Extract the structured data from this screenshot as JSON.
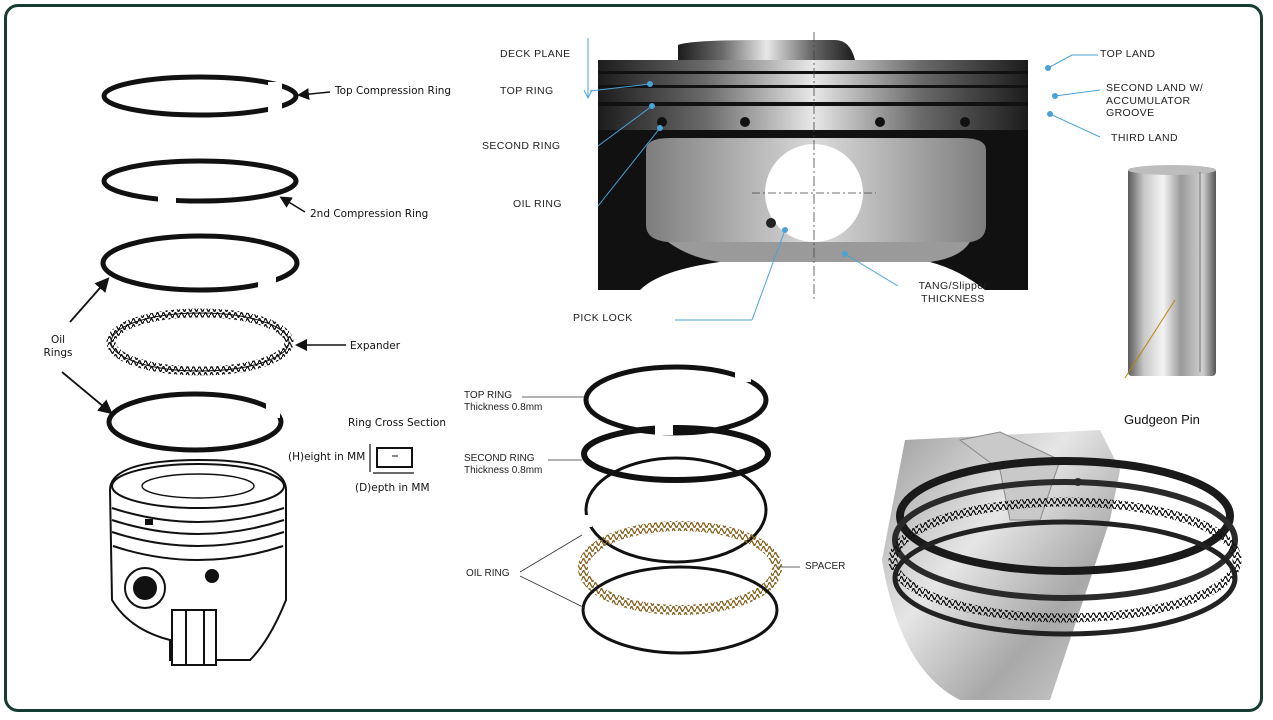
{
  "left_panel": {
    "top_compression_ring": "Top Compression Ring",
    "second_compression_ring": "2nd Compression Ring",
    "oil_rings_line1": "Oil",
    "oil_rings_line2": "Rings",
    "expander": "Expander",
    "ring_cross_section": "Ring Cross Section",
    "height": "(H)eight in MM",
    "depth": "(D)epth in MM"
  },
  "top_panel": {
    "deck_plane": "DECK PLANE",
    "top_ring": "TOP RING",
    "second_ring": "SECOND RING",
    "oil_ring": "OIL RING",
    "pick_lock": "PICK LOCK",
    "tang_line1": "TANG/Slipper",
    "tang_line2": "THICKNESS",
    "top_land": "TOP LAND",
    "second_land_line1": "SECOND LAND W/",
    "second_land_line2": "ACCUMULATOR",
    "second_land_line3": "GROOVE",
    "third_land": "THIRD LAND"
  },
  "pin_panel": {
    "gudgeon_pin": "Gudgeon Pin"
  },
  "middle_panel": {
    "top_ring": "TOP RING",
    "top_ring_thickness": "Thickness 0.8mm",
    "second_ring": "SECOND RING",
    "second_ring_thickness": "Thickness 0.8mm",
    "oil_ring": "OIL RING",
    "spacer": "SPACER"
  },
  "colors": {
    "frame": "#163c33",
    "callout_blue": "#4aa3d6"
  }
}
